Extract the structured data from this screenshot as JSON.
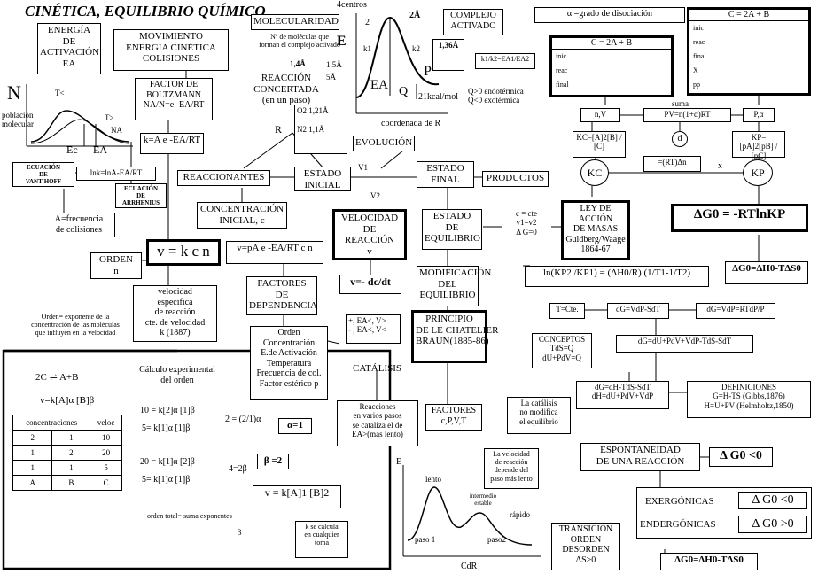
{
  "title": "CINÉTICA, EQUILIBRIO QUÍMICO",
  "activation": {
    "label": "ENERGÍA\nDE\nACTIVACIÓN\nEA"
  },
  "movement": {
    "label": "MOVIMIENTO\nENERGÍA CINÉTICA\nCOLISIONES"
  },
  "molecularity": {
    "label": "MOLECULARIDAD",
    "note": "Nº de moléculas que\nforman el complejo activado"
  },
  "top_labels": {
    "centros": "4centros",
    "val_2": "2",
    "val_2A": "2Å",
    "complex": "COMPLEJO\nACTIVADO",
    "E": "E",
    "P": "P",
    "R": "R",
    "k1": "k1",
    "k2": "k2",
    "EA": "EA",
    "Q": "Q",
    "q21": "21kcal/mol",
    "coord": "coordenada de R",
    "d14": "1,4Å",
    "d15": "1,5Å",
    "d5": "5Å",
    "d136": "1,36Å",
    "kratio": "k1/k2=EA1/EA2",
    "endo": "Q>0 endotérmica\nQ<0 exotérmica",
    "O": "O2 1,21Å",
    "N": "N2 1,1Å"
  },
  "concerted": "REACCIÓN\nCONCERTADA\n(en un paso)",
  "boltzmann": {
    "title": "FACTOR DE\nBOLTZMANN",
    "eq": "NA/N=e -EA/RT"
  },
  "population": {
    "N": "N",
    "T_lo": "T<",
    "T_hi": "T>",
    "NA": "NA",
    "label": "población\nmolecular",
    "Ec": "Ec",
    "EA": "EA"
  },
  "arrhenius": {
    "eq": "k=A e -EA/RT",
    "vant": "ECUACIÓN\nDE\nVANT'HOFF",
    "ln": "lnk=lnA-EA/RT",
    "arr_label": "ECUACIÓN\nDE\nARRHENIUS",
    "A": "A=frecuencia\nde colisiones"
  },
  "reactants": "REACCIONANTES",
  "initial_state": "ESTADO\nINICIAL",
  "final_state": "ESTADO\nFINAL",
  "products": "PRODUCTOS",
  "evolution": "EVOLUCIÓN",
  "v1": "V1",
  "v2": "V2",
  "conc_initial": "CONCENTRACIÓN\nINICIAL, c",
  "velocity": {
    "title": "VELOCIDAD\nDE\nREACCIÓN",
    "v": "v",
    "dcdt": "v=- dc/dt"
  },
  "rate": {
    "eq": "v = k c n",
    "eq2": "v=pA e -EA/RT c n",
    "orden": "ORDEN\nn",
    "specific": "velocidad\nespecífica\nde reacción\ncte. de velocidad\nk (1887)"
  },
  "factors": {
    "title": "FACTORES\nDE\nDEPENDENCIA",
    "list": "Orden\nConcentración\nE.de Activación\nTemperatura\nFrecuencia de col.\nFactor estérico p"
  },
  "catalysis": {
    "label": "CATÁLISIS",
    "plus": "+, EA<, V>",
    "minus": "- , EA<, V<",
    "multi": "Reacciones\nen varios pasos\nse cataliza el de\nEA>(mas lento)",
    "note": "La catálisis\nno modifica\nel equilibrio"
  },
  "equilibrium": {
    "state": "ESTADO\nDE\nEQUILIBRIO",
    "cond": "c = cte\nv1=v2\nΔ G=0",
    "law": "LEY DE\nACCIÓN\nDE MASAS\nGuldberg/Waage\n1864-67",
    "mod": "MODIFICACIÓN\nDEL\nEQUILIBRIO",
    "chatelier": "PRINCIPIO\nDE LE CHATELIER\nBRAUN(1885-86)",
    "factors": "FACTORES\nc,P,V,T"
  },
  "vanthoff_eq": "ln(KP2 /KP1) = (ΔH0/R) (1/T1-1/T2)",
  "thermo": {
    "tcte": "T=Cte.",
    "dg1": "dG=VdP-SdT",
    "dg2": "dG=VdP=RTdP/P",
    "dg3": "dG=dU+PdV+VdP-TdS-SdT",
    "dg4": "dG=dH-TdS-SdT\ndH=dU+PdV+VdP",
    "concepts": "CONCEPTOS\nTdS=Q\ndU+PdV=Q",
    "defs": "DEFINICIONES\nG=H-TS (Gibbs,1876)\nH=U+PV (Helmholtz,1850)"
  },
  "gibbs": {
    "main": "ΔG0 = -RTlnKP",
    "dh": "ΔG0=ΔH0-TΔS0",
    "spont": "ESPONTANEIDAD\nDE UNA REACCIÓN",
    "spont_eq": "Δ G0 <0",
    "exer": "EXERGÓNICAS",
    "exer_eq": "Δ G0 <0",
    "ender": "ENDERGÓNICAS",
    "ender_eq": "Δ G0 >0",
    "trans": "TRANSICIÓN\nORDEN\nDESORDEN\nΔS>0",
    "trans_eq": "ΔG0=ΔH0-TΔS0"
  },
  "dissociation": {
    "alpha": "α =grado de disociación",
    "reaction": "C = 2A + B",
    "rows": [
      "inic",
      "reac",
      "final",
      "X",
      "pp"
    ],
    "suma": "suma",
    "pv": "PV=n(1+α)RT",
    "nv": "n,V",
    "pa": "P,α",
    "d": "d",
    "kc": "KC=[A]2[B] / [C]",
    "kp": "KP=[pA]2[pB] / [pC]",
    "rel": "=(RT)Δn",
    "x": "x",
    "KC": "KC",
    "KP": "KP"
  },
  "order_panel": {
    "def": "Orden= exponente de la\nconcentración de las moléculas\nque influyen en la velocidad",
    "reaction": "2C ⇌ A+B",
    "v": "v=k[A]α [B]β",
    "calc": "Cálculo experimental\ndel orden",
    "headers": [
      "concentraciones",
      "",
      "veloc"
    ],
    "rows": [
      [
        "2",
        "1",
        "10"
      ],
      [
        "1",
        "2",
        "20"
      ],
      [
        "1",
        "1",
        "5"
      ],
      [
        "A",
        "B",
        "C"
      ]
    ],
    "eq1": "10 = k[2]α [1]β",
    "eq1b": "5= k[1]α [1]β",
    "eq1r": "2 = (2/1)α",
    "alpha": "α=1",
    "eq2": "20 = k[1]α [2]β",
    "eq2b": "5= k[1]α [1]β",
    "eq2r": "4=2β",
    "beta": "β =2",
    "final": "v = k[A]1 [B]2",
    "total": "orden total= suma exponentes",
    "three": "3",
    "kcalc": "k se calcula\nen cualquier\ntoma"
  },
  "steps_plot": {
    "E": "E",
    "lento": "lento",
    "inter": "intermedio\nestable",
    "rapido": "rápido",
    "p1": "paso 1",
    "p2": "paso2",
    "cdr": "CdR",
    "note": "La velocidad\nde reacción\ndepende del\npaso más lento"
  }
}
